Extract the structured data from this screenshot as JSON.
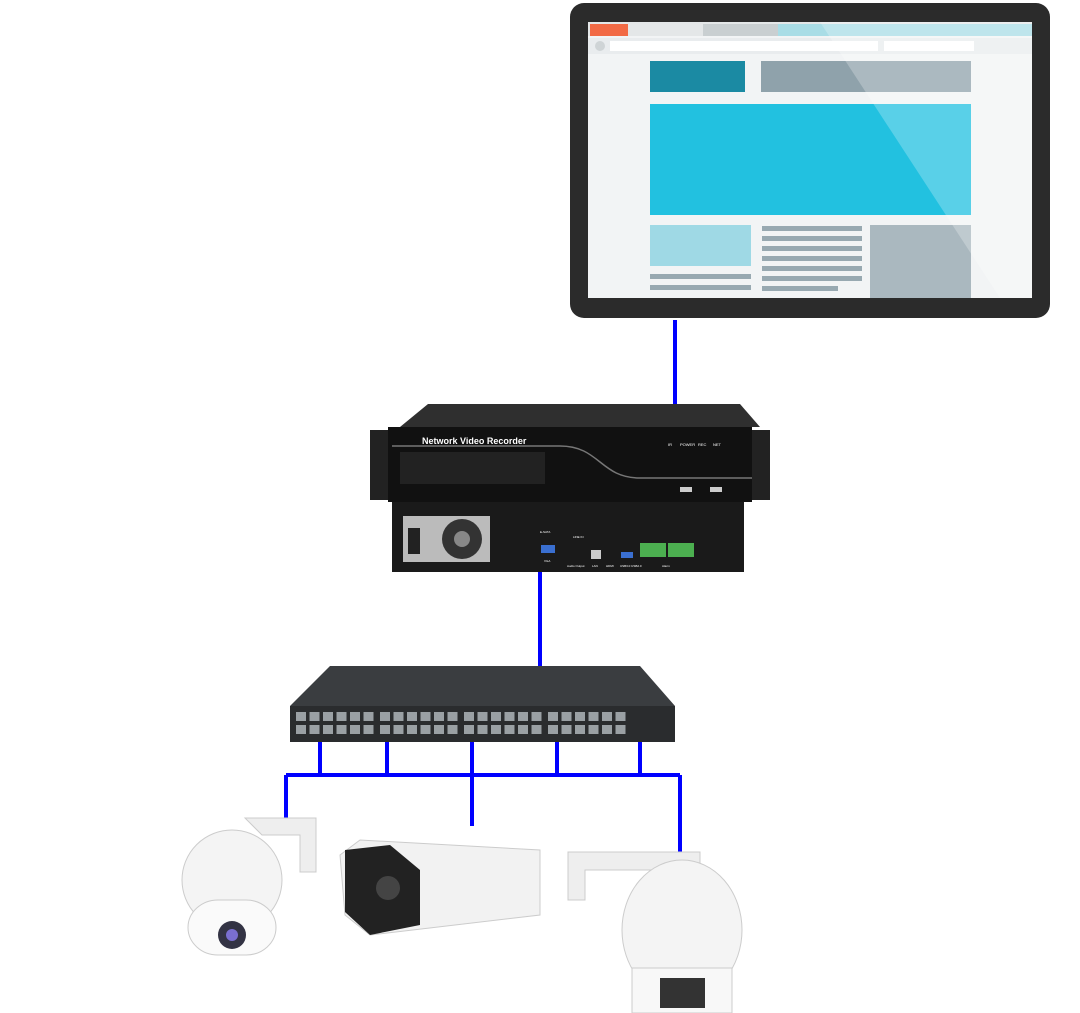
{
  "nvr": {
    "title": "Network Video Recorder",
    "leds": [
      "IR",
      "POWER",
      "REC",
      "NET"
    ],
    "ports": {
      "esata": "E-SATA",
      "vga": "VGA",
      "line_in": "LINE IN",
      "audio_out": "Audio Output",
      "lan": "LAN",
      "hdmi": "HDMI",
      "usb": "USB3.0 USB2.0",
      "alarm": "Alarm"
    }
  },
  "colors": {
    "link": "#0000ff",
    "monitor_frame": "#2b2b2b",
    "screen_accent": "#22c1e0",
    "device": "#1a1a1a"
  }
}
